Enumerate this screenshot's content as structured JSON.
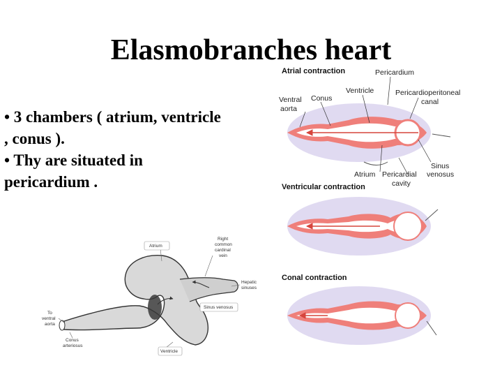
{
  "slide": {
    "title": "Elasmobranches heart",
    "bullets": [
      "•  3 chambers ( atrium, ventricle",
      ", conus ).",
      "•  Thy are situated  in",
      "pericardium ."
    ]
  },
  "diagram": {
    "atrial": {
      "heading": "Atrial contraction",
      "pericardium": "Pericardium",
      "ventricle": "Ventricle",
      "pericardioperitoneal_1": "Pericardioperitoneal",
      "pericardioperitoneal_2": "canal",
      "ventral_1": "Ventral",
      "ventral_2": "aorta",
      "conus": "Conus",
      "sinus_1": "Sinus",
      "sinus_2": "venosus",
      "atrium": "Atrium",
      "pericardial_1": "Pericardial",
      "pericardial_2": "cavity"
    },
    "ventricular": {
      "heading": "Ventricular contraction"
    },
    "conal": {
      "heading": "Conal contraction"
    },
    "anatomy": {
      "atrium": "Atrium",
      "cardinal_1": "Right",
      "cardinal_2": "common",
      "cardinal_3": "cardinal",
      "cardinal_4": "vein",
      "hepatic_1": "Hepatic",
      "hepatic_2": "sinuses",
      "sinus_venosus": "Sinus venosus",
      "to_aorta_1": "To",
      "to_aorta_2": "ventral",
      "to_aorta_3": "aorta",
      "conus_1": "Conus",
      "conus_2": "arteriosus",
      "ventricle": "Ventricle"
    }
  },
  "colors": {
    "text": "#000000",
    "pericardium_fill": "#ddd6f0",
    "muscle": "#ef7f7a",
    "arrow": "#d6453c"
  }
}
